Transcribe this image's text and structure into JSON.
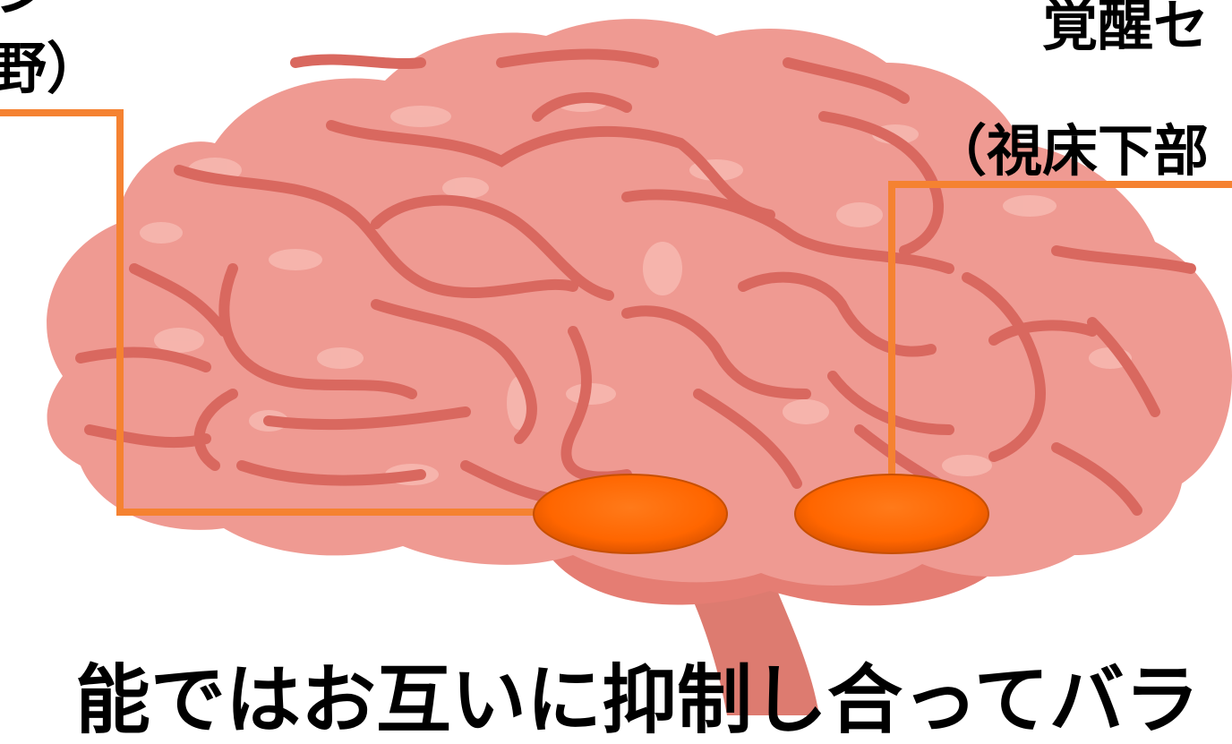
{
  "labels": {
    "left_top": "ン",
    "left_bottom": "野）",
    "right_top": "覚醒セ",
    "right_bottom": "（視床下部"
  },
  "caption": "能ではお互いに抑制し合ってバラ",
  "colors": {
    "brain_fill": "#ef9a92",
    "brain_dark": "#e57d73",
    "brain_highlight": "#f6b7af",
    "sulci": "#d9685f",
    "stem": "#dd7b70",
    "connector": "#f58231",
    "ellipse": "#ff6600",
    "ellipse_border": "#c84f00",
    "text": "#000000"
  },
  "regions": [
    {
      "name": "left-region-marker",
      "color_key": "ellipse"
    },
    {
      "name": "right-region-marker",
      "color_key": "ellipse"
    }
  ]
}
